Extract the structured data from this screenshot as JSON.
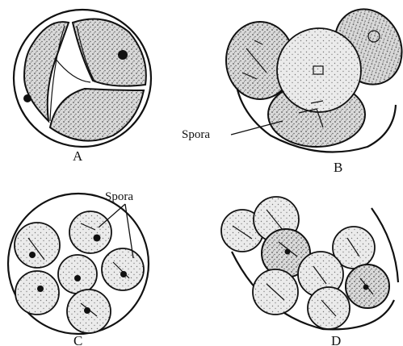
{
  "panels": {
    "a": {
      "letter": "A"
    },
    "b": {
      "letter": "B",
      "annotation": "Spora"
    },
    "c": {
      "letter": "C",
      "annotation": "Spora"
    },
    "d": {
      "letter": "D"
    }
  }
}
